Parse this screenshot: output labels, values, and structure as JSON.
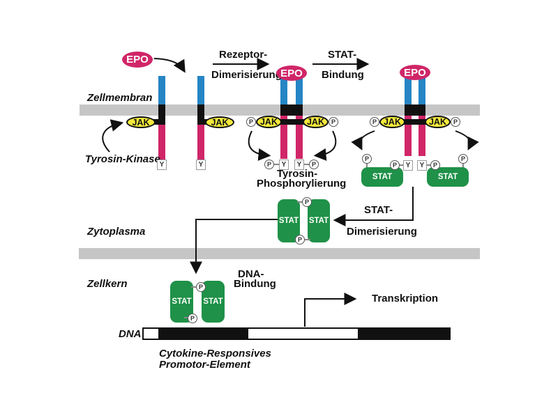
{
  "diagram": {
    "compartment_labels": {
      "zellmembran": "Zellmembran",
      "zytoplasma": "Zytoplasma",
      "zellkern": "Zellkern",
      "dna": "DNA"
    },
    "molecule_labels": {
      "epo": "EPO",
      "jak": "JAK",
      "stat": "STAT",
      "phosphate": "P",
      "tyrosine": "Y"
    },
    "process_labels": {
      "rezeptor_dimerisierung_line1": "Rezeptor-",
      "rezeptor_dimerisierung_line2": "Dimerisierung",
      "stat_bindung_line1": "STAT-",
      "stat_bindung_line2": "Bindung",
      "tyrosin_kinase": "Tyrosin-Kinase",
      "tyrosin_phosphorylierung_line1": "Tyrosin-",
      "tyrosin_phosphorylierung_line2": "Phosphorylierung",
      "stat_dimerisierung_line1": "STAT-",
      "stat_dimerisierung_line2": "Dimerisierung",
      "dna_bindung_line1": "DNA-",
      "dna_bindung_line2": "Bindung",
      "transkription": "Transkription",
      "promoter_line1": "Cytokine-Responsives",
      "promoter_line2": "Promotor-Element"
    },
    "colors": {
      "background": "#ffffff",
      "epo_pink": "#d02668",
      "receptor_blue": "#2585c5",
      "receptor_pink": "#d02668",
      "jak_yellow": "#f3e93d",
      "stat_green": "#1f9148",
      "membrane_gray": "#c6c6c6",
      "dna_black": "#111111"
    }
  }
}
